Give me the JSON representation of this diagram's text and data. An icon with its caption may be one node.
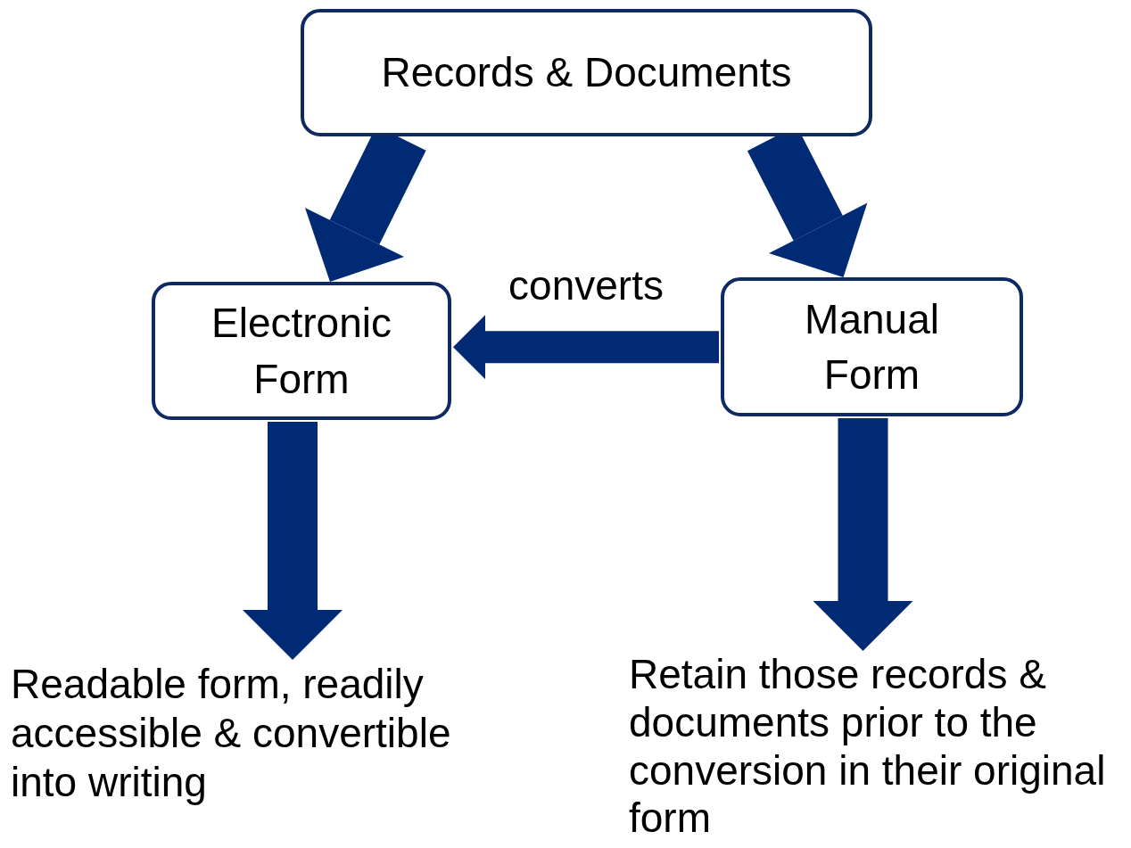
{
  "diagram": {
    "nodes": [
      {
        "text": [
          "Records & Documents"
        ]
      },
      {
        "text": [
          "Electronic Form"
        ]
      },
      {
        "text": [
          "Manual Form"
        ]
      },
      {
        "text": [
          "Readable form, readily accessible & convertible into writing"
        ]
      },
      {
        "text": [
          "Retain those records & documents prior to the conversion in their original form"
        ]
      }
    ],
    "edges": [
      {
        "from": 0,
        "to": 1,
        "arrow": "to"
      },
      {
        "from": 0,
        "to": 2,
        "arrow": "to"
      },
      {
        "from": 2,
        "to": 1,
        "arrow": "to",
        "label": "converts"
      },
      {
        "from": 1,
        "to": 3,
        "arrow": "to"
      },
      {
        "from": 2,
        "to": 4,
        "arrow": "to"
      }
    ]
  }
}
